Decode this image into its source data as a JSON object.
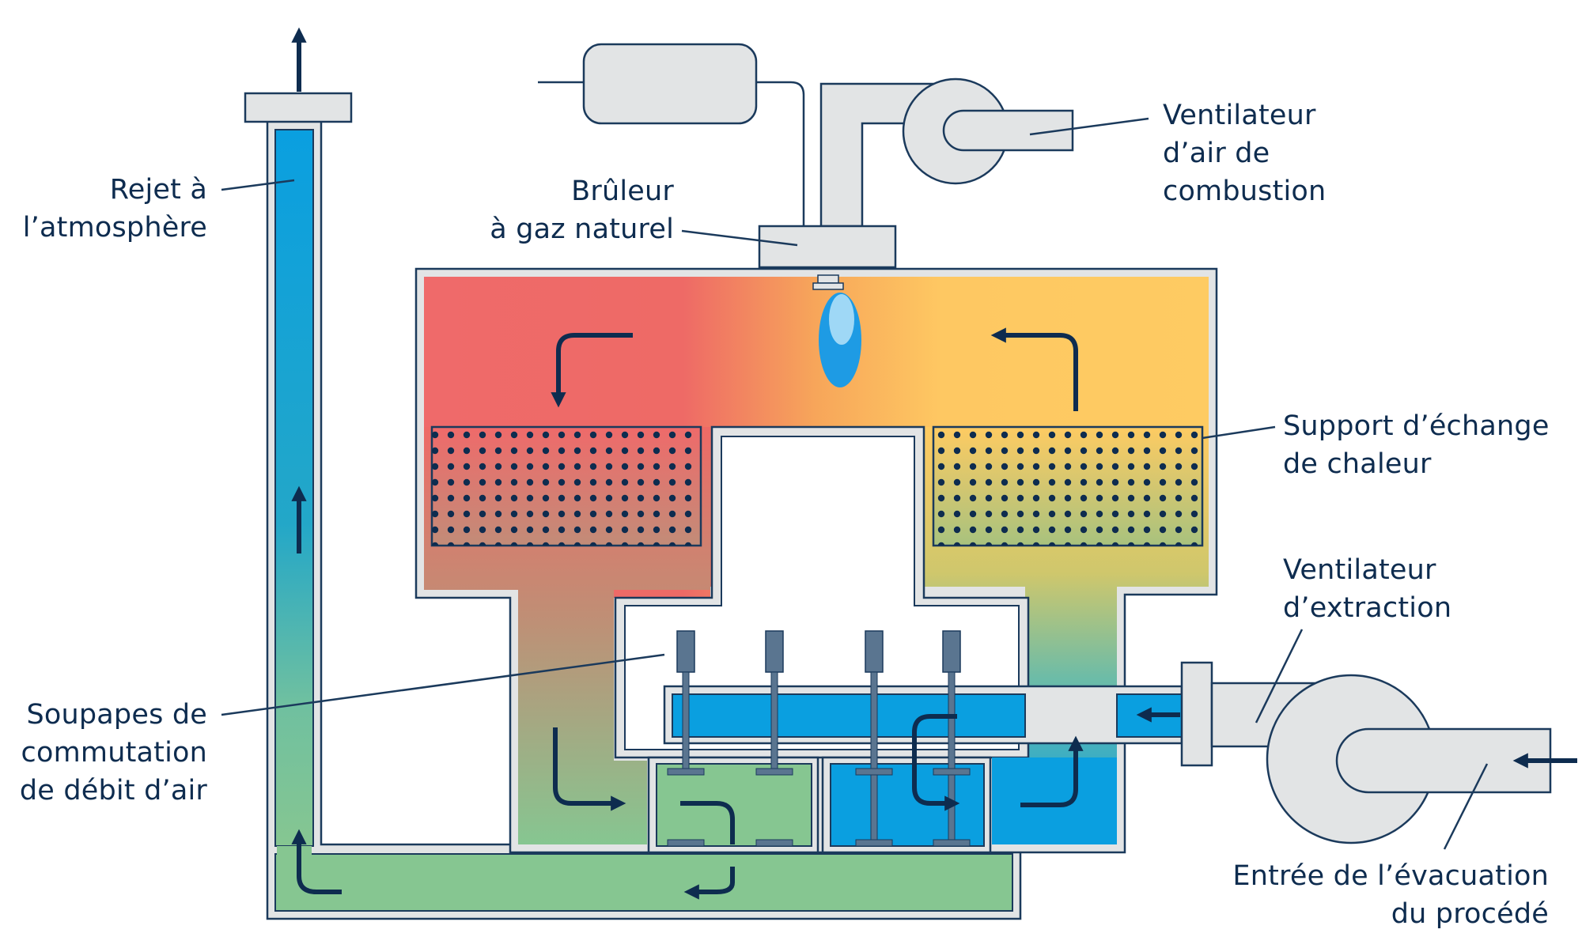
{
  "labels": {
    "rejet": [
      "Rejet à",
      "l’atmosphère"
    ],
    "bruleur": [
      "Brûleur",
      "à gaz naturel"
    ],
    "ventilateur_combustion": [
      "Ventilateur",
      "d’air de",
      "combustion"
    ],
    "support": [
      "Support d’échange",
      "de chaleur"
    ],
    "ventilateur_extraction": [
      "Ventilateur",
      "d’extraction"
    ],
    "soupapes": [
      "Soupapes de",
      "commutation",
      "de débit d’air"
    ],
    "entree": [
      "Entrée de l’évacuation",
      "du procédé"
    ]
  },
  "colors": {
    "outline": "#1b3a5c",
    "housing": "#e2e4e5",
    "red": "#ef6a6a",
    "orange": "#f6a25a",
    "yellow": "#fecb62",
    "blue": "#0a9fe0",
    "green": "#86c691",
    "valve": "#5a7590",
    "arrow": "#0e2c4f",
    "flame": "#1e9be4"
  }
}
